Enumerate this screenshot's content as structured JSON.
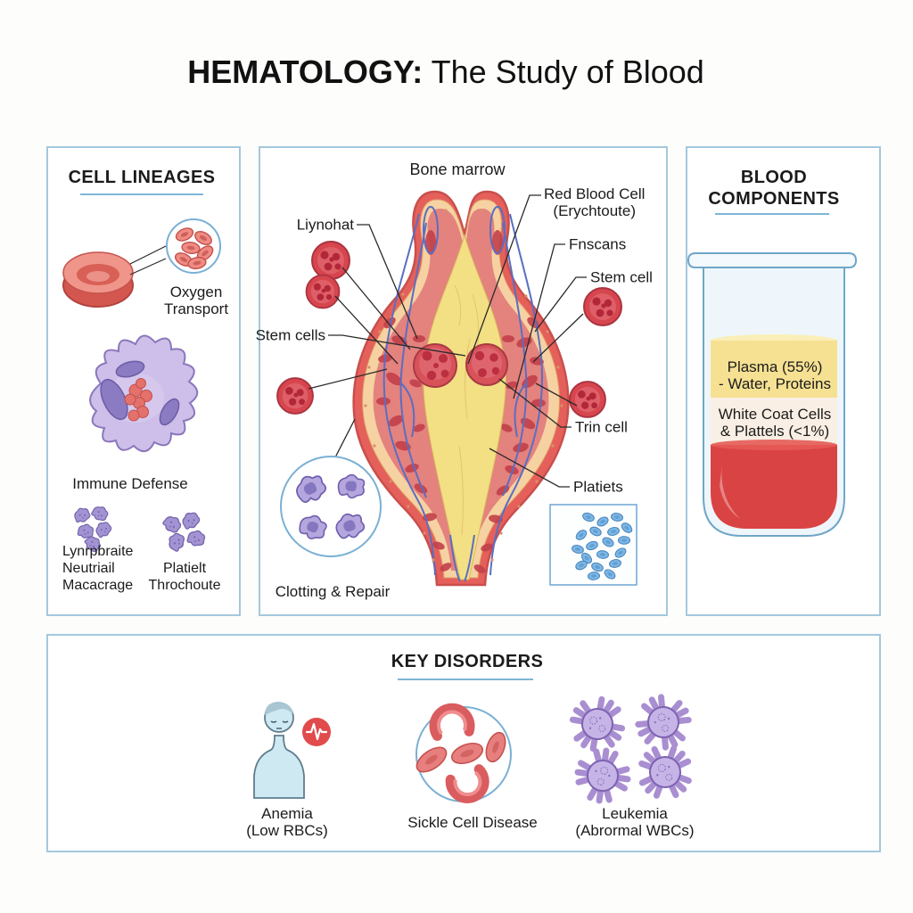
{
  "title": {
    "bold": "HEMATOLOGY:",
    "regular": " The Study of Blood"
  },
  "panels": {
    "cell_lineages": {
      "header": "CELL LINEAGES",
      "oxygen": {
        "line1": "Oxygen",
        "line2": "Transport"
      },
      "immune": "Immune Defense",
      "cluster_left": {
        "line1": "Lynrpbraite",
        "line2": "Neutriail",
        "line3": "Macacrage"
      },
      "cluster_right": {
        "line1": "Platielt",
        "line2": "Throchoute"
      }
    },
    "bone_marrow": {
      "title": "Bone marrow",
      "liynohat": "Liynohat",
      "stem_cells": "Stem cells",
      "red_blood_cell": {
        "line1": "Red Blood Cell",
        "line2": "(Erychtoute)"
      },
      "fnscans": "Fnscans",
      "stem_cell": "Stem cell",
      "trin_cell": "Trin cell",
      "platiets": "Platiets",
      "clotting": "Clotting & Repair"
    },
    "blood_components": {
      "header": {
        "line1": "BLOOD",
        "line2": "COMPONENTS"
      },
      "plasma": {
        "line1": "Plasma (55%)",
        "line2": "- Water, Proteins"
      },
      "buffy": {
        "line1": "White Coat Cells",
        "line2": "& Plattels (<1%)"
      }
    },
    "key_disorders": {
      "header": "KEY DISORDERS",
      "anemia": {
        "line1": "Anemia",
        "line2": "(Low RBCs)"
      },
      "sickle": {
        "line1": "Sickle Cell Disease"
      },
      "leukemia": {
        "line1": "Leukemia",
        "line2": "(Abrormal WBCs)"
      }
    }
  },
  "colors": {
    "panel_border": "#a4c8dd",
    "underline": "#7fb5d6",
    "red_cell": "#d7454e",
    "purple_cell": "#b5a6de",
    "plasma_yellow": "#f6e193",
    "blood_red": "#da4343",
    "platelet_blue": "#7db7e6",
    "marrow_yellow": "#f3df84"
  }
}
